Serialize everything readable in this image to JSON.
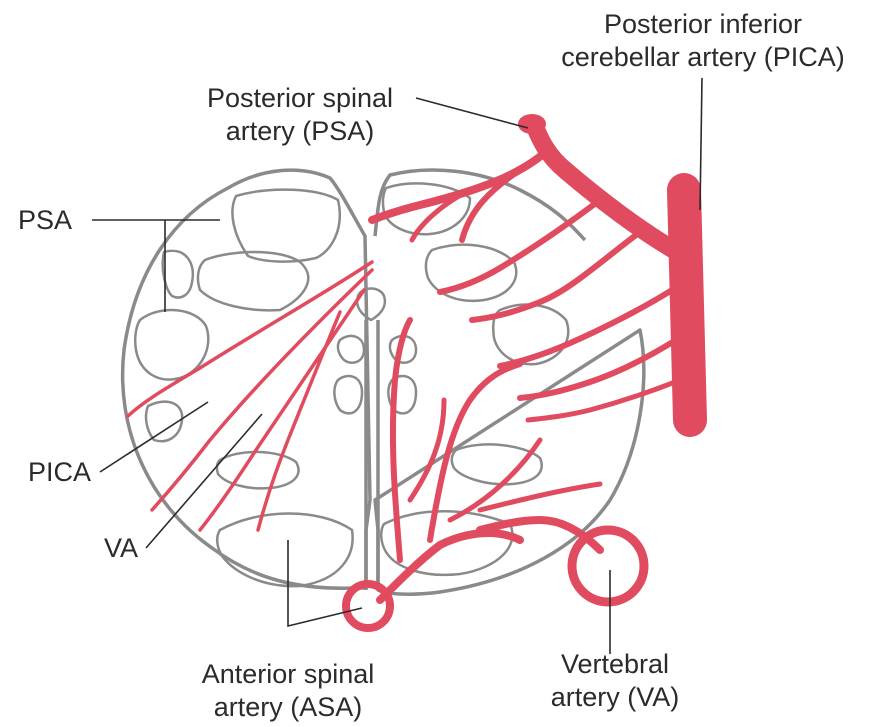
{
  "colors": {
    "artery": "#e04b5f",
    "outline": "#8a8a8a",
    "leader": "#2b2b2b",
    "text": "#2b2b2b",
    "background": "#ffffff"
  },
  "labels": {
    "pica_top_line1": "Posterior inferior",
    "pica_top_line2": "cerebellar artery (PICA)",
    "psa_top_line1": "Posterior spinal",
    "psa_top_line2": "artery (PSA)",
    "psa_left": "PSA",
    "pica_left": "PICA",
    "va_left": "VA",
    "asa_line1": "Anterior spinal",
    "asa_line2": "artery (ASA)",
    "va_bottom_line1": "Vertebral",
    "va_bottom_line2": "artery (VA)"
  }
}
